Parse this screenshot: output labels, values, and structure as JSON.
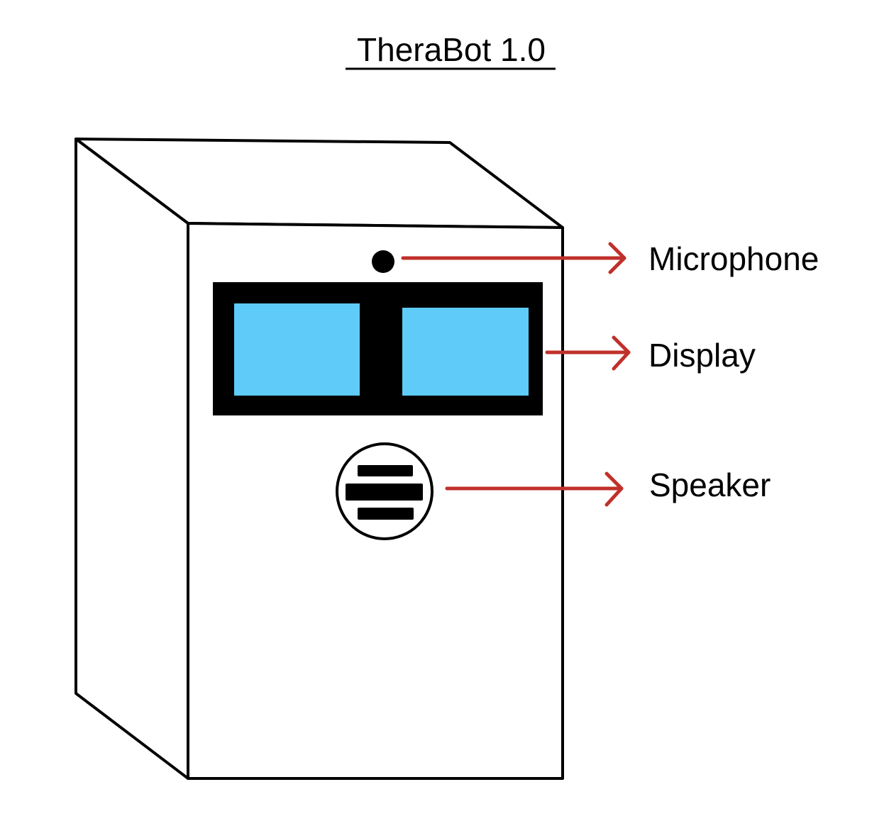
{
  "title": "TheraBot 1.0",
  "labels": {
    "microphone": "Microphone",
    "display": "Display",
    "speaker": "Speaker"
  },
  "colors": {
    "outline": "#000000",
    "screen": "#5ecbf8",
    "arrow": "#c0302a",
    "background": "#ffffff"
  }
}
